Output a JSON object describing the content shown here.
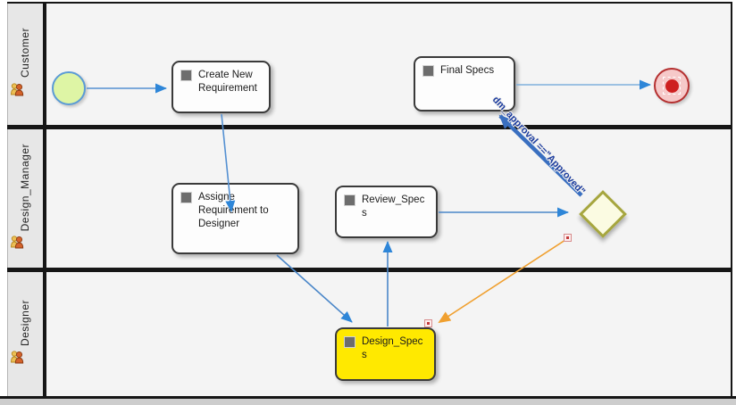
{
  "diagram": {
    "lanes": [
      {
        "label": "Customer"
      },
      {
        "label": "Design_Manager"
      },
      {
        "label": "Designer"
      }
    ],
    "tasks": {
      "create_new_requirement": "Create New Requirement",
      "final_specs": "Final Specs",
      "assigne_requirement": "Assigne Requirement to Designer",
      "review_specs": "Review_Specs",
      "design_specs": "Design_Specs"
    },
    "flow_label": "dm_approval ==\"Approved\"",
    "icons": {
      "lane_icon": "person-group-icon",
      "task_icon": "task-marker-icon"
    },
    "colors": {
      "canvas_bg": "#f4f4f4",
      "lane_header_bg": "#e7e7e7",
      "task_bg": "#fdfdfd",
      "highlight_task_bg": "#ffe900",
      "gateway_bg": "#fbfbe2",
      "gateway_border": "#a6a63e",
      "start_event_bg": "#def5a5",
      "start_event_border": "#5b9bd5",
      "end_event_bg": "#f6c9c9",
      "end_event_border": "#b53030",
      "flow_blue": "#5490d2",
      "flow_arrow_blue": "#2e86d8",
      "conditional_flow_blue": "#3a6fc0",
      "selected_flow_orange": "#f0a030",
      "label_navy": "#1c3c9e"
    }
  }
}
